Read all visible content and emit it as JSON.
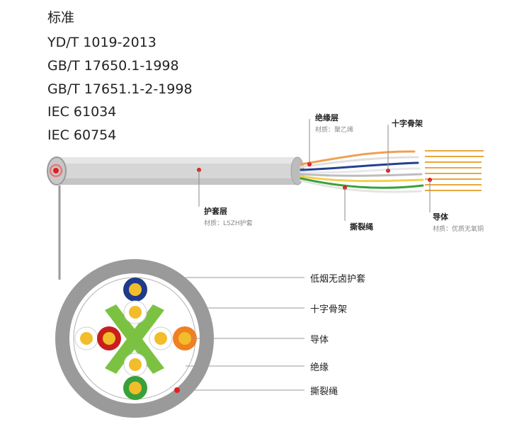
{
  "standards": {
    "heading": "标准",
    "items": [
      "YD/T 1019-2013",
      "GB/T 17650.1-1998",
      "GB/T 17651.1-2-1998",
      "IEC 61034",
      "IEC 60754"
    ]
  },
  "cable_callouts": {
    "insulation": {
      "label": "绝缘层",
      "material": "材质：聚乙烯"
    },
    "cross_filler": {
      "label": "十字骨架"
    },
    "sheath": {
      "label": "护套层",
      "material": "材质：LSZH护套"
    },
    "ripcord": {
      "label": "撕裂绳"
    },
    "conductor": {
      "label": "导体",
      "material": "材质：优质无氧铜"
    }
  },
  "cross_section_labels": [
    "低烟无卤护套",
    "十字骨架",
    "导体",
    "绝缘",
    "撕裂绳"
  ],
  "colors": {
    "sheath": "#9a9a9a",
    "jacket_side": "#d4d4d4",
    "marker": "#e02020",
    "pair_blue": "#1e3a8a",
    "pair_red": "#c81e1e",
    "pair_orange": "#f08020",
    "pair_green": "#3aa03a",
    "copper": "#f2bd2a",
    "cross": "#7cc242"
  }
}
